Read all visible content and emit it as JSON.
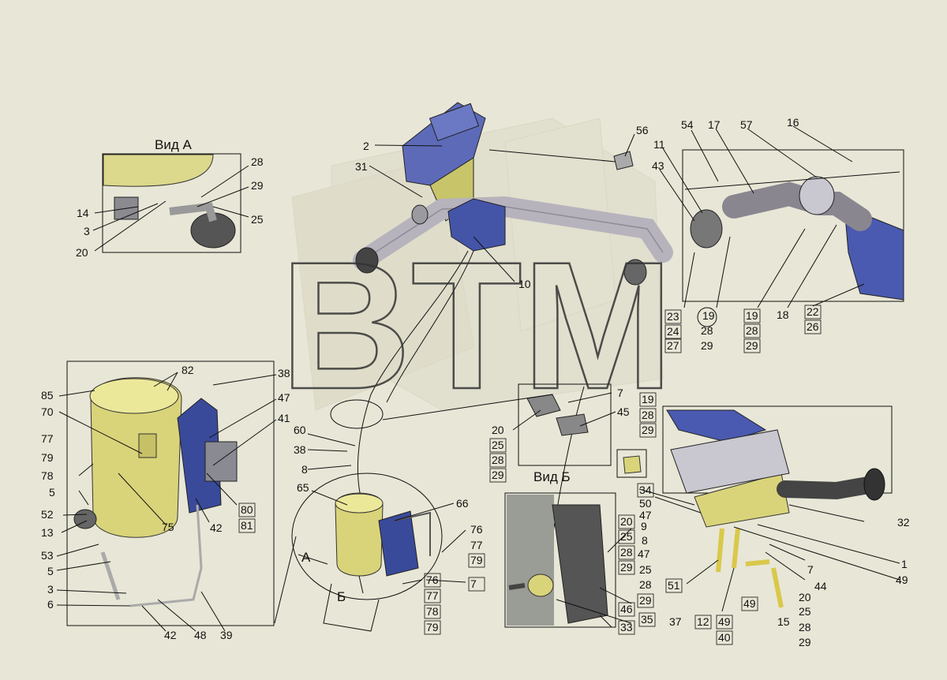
{
  "watermark": "BTM",
  "views": {
    "vid_a": "Вид А",
    "vid_b": "Вид Б",
    "arrow_a": "А",
    "arrow_b": "Б"
  },
  "callouts": [
    "2",
    "31",
    "10",
    "56",
    "54",
    "17",
    "57",
    "16",
    "11",
    "43",
    "23",
    "24",
    "27",
    "19",
    "28",
    "29",
    "19",
    "28",
    "29",
    "18",
    "22",
    "26",
    "28",
    "29",
    "25",
    "14",
    "3",
    "20",
    "82",
    "38",
    "85",
    "70",
    "47",
    "41",
    "77",
    "79",
    "78",
    "5",
    "52",
    "13",
    "75",
    "42",
    "80",
    "81",
    "53",
    "5",
    "3",
    "6",
    "42",
    "48",
    "39",
    "60",
    "38",
    "8",
    "65",
    "66",
    "76",
    "77",
    "79",
    "76",
    "77",
    "78",
    "79",
    "7",
    "7",
    "45",
    "20",
    "25",
    "28",
    "29",
    "19",
    "28",
    "29",
    "34",
    "50",
    "47",
    "9",
    "8",
    "47",
    "25",
    "28",
    "29",
    "51",
    "35",
    "37",
    "12",
    "49",
    "40",
    "49",
    "15",
    "20",
    "25",
    "28",
    "29",
    "44",
    "7",
    "1",
    "49",
    "32",
    "20",
    "25",
    "28",
    "29",
    "46",
    "33"
  ],
  "colors": {
    "background": "#e8e6d6",
    "heater_yellow": "#d9d47a",
    "blue_part": "#3a4a9a",
    "pipe_grey": "#b7b3bd",
    "line": "#111111"
  }
}
